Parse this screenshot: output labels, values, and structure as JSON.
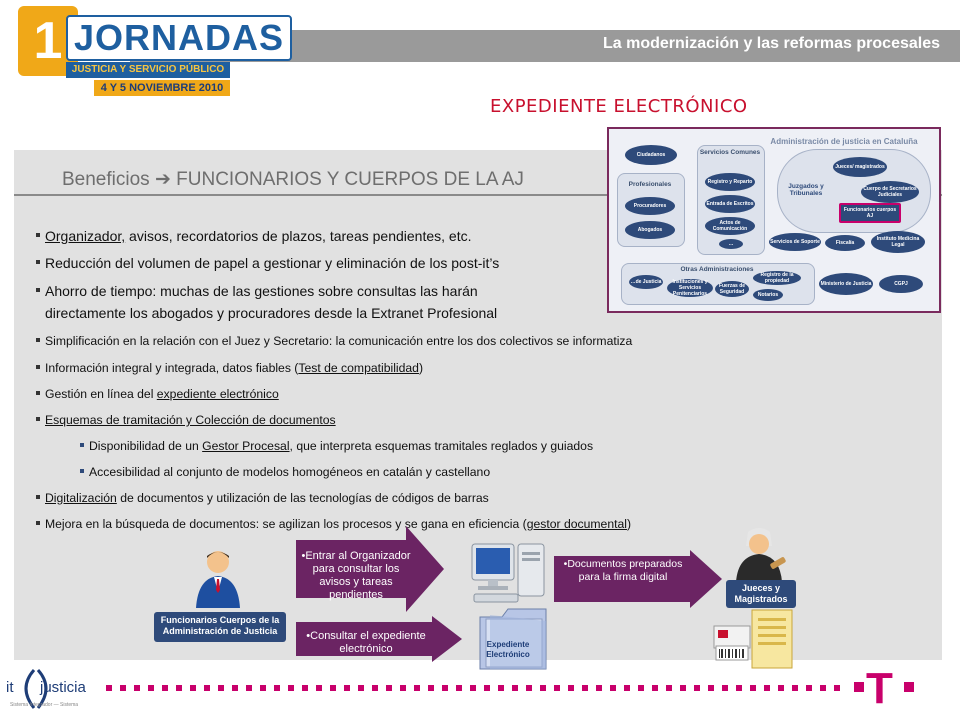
{
  "header": {
    "logo_number": "1",
    "logo_title": "JORNADAS",
    "logo_subtitle": "JUSTICIA Y SERVICIO PÚBLICO",
    "logo_date": "4 Y 5 NOVIEMBRE 2010",
    "banner": "La modernización y las reformas procesales"
  },
  "title": "EXPEDIENTE ELECTRÓNICO",
  "section_heading": "Beneficios",
  "section_heading_rest": "FUNCIONARIOS Y CUERPOS DE LA AJ",
  "bullets_large": [
    {
      "pre": "",
      "link": "Organizador,",
      "post": " avisos, recordatorios de plazos, tareas pendientes, etc."
    },
    {
      "pre": "Reducción del volumen de papel a gestionar y eliminación de los post-it’s",
      "link": "",
      "post": ""
    },
    {
      "pre": "Ahorro de tiempo: muchas de las gestiones sobre consultas las harán",
      "link": "",
      "post": ""
    }
  ],
  "bullet_large_cont": "directamente los abogados y procuradores desde la Extranet Profesional",
  "bullets_small": [
    {
      "pre": "Simplificación en la relación con el Juez y Secretario: la comunicación entre los dos colectivos se informatiza",
      "link": "",
      "post": ""
    },
    {
      "pre": "Información integral y integrada, datos fiables (",
      "link": "Test de compatibilidad",
      "post": ")"
    },
    {
      "pre": "Gestión en línea del ",
      "link": "expediente electrónico",
      "post": ""
    },
    {
      "pre": "",
      "link": "Esquemas de tramitación y Colección de documentos",
      "post": ""
    }
  ],
  "sub_bullets": [
    {
      "pre": "Disponibilidad de un ",
      "link": "Gestor Procesal",
      "post": ", que interpreta esquemas tramitales reglados y guiados"
    },
    {
      "pre": "Accesibilidad al conjunto de modelos homogéneos en catalán y castellano",
      "link": "",
      "post": ""
    }
  ],
  "bullets_small_2": [
    {
      "pre": "",
      "link": "Digitalización",
      "post": " de documentos y utilización de las tecnologías de códigos de barras"
    },
    {
      "pre": "Mejora en la búsqueda de documentos: se agilizan los procesos y se gana  en eficiencia  (",
      "link": "gestor documental",
      "post": ")"
    }
  ],
  "org": {
    "admin_title": "Administración de justicia en Cataluña",
    "ciudadanos": "Ciudadanos",
    "profesionales": "Profesionales",
    "procuradores": "Procuradores",
    "abogados": "Abogados",
    "servicios_comunes": "Servicios Comunes",
    "registro": "Registro y Reparto",
    "entrada": "Entrada de Escritos",
    "actos": "Actos de Comunicación",
    "ellipsis": "…",
    "juzgados": "Juzgados y Tribunales",
    "jueces": "Jueces/ magistrados",
    "cuerpo": "Cuerpo de Secretarios Judiciales",
    "funcionarios": "Funcionarios cuerpos AJ",
    "servicios_soporte": "Servicios de Soporte",
    "fiscalia": "Fiscalía",
    "instituto": "Instituto Medicina Legal",
    "otras": "Otras Administraciones",
    "dejusticia": "…de Justicia",
    "instituciones": "Instituciones y Servicios Penitenciarios",
    "fuerzas": "Fuerzas de Seguridad",
    "registro_prop": "Registro de la propiedad",
    "notarios": "Notarios",
    "ministerio": "Ministerio de Justicia",
    "cgpj": "CGPJ"
  },
  "flow": {
    "actor_left": "Funcionarios Cuerpos de la Administración de Justicia",
    "arrow1": "•Entrar al Organizador para consultar los avisos y tareas pendientes",
    "arrow2": "•Consultar el expediente electrónico",
    "arrow3": "•Documentos preparados para la firma digital",
    "folder_label": "Expediente Electrónico",
    "actor_right": "Jueces y Magistrados"
  },
  "footer": {
    "logo_it": "it",
    "logo_justicia": "justicia",
    "logo_tagline": "Sistema Integrador — Sistema",
    "brand_mark": "T"
  },
  "colors": {
    "title_red": "#c8102e",
    "arrow_purple": "#6b2463",
    "navy": "#2e4a7a",
    "magenta": "#c8006b"
  }
}
